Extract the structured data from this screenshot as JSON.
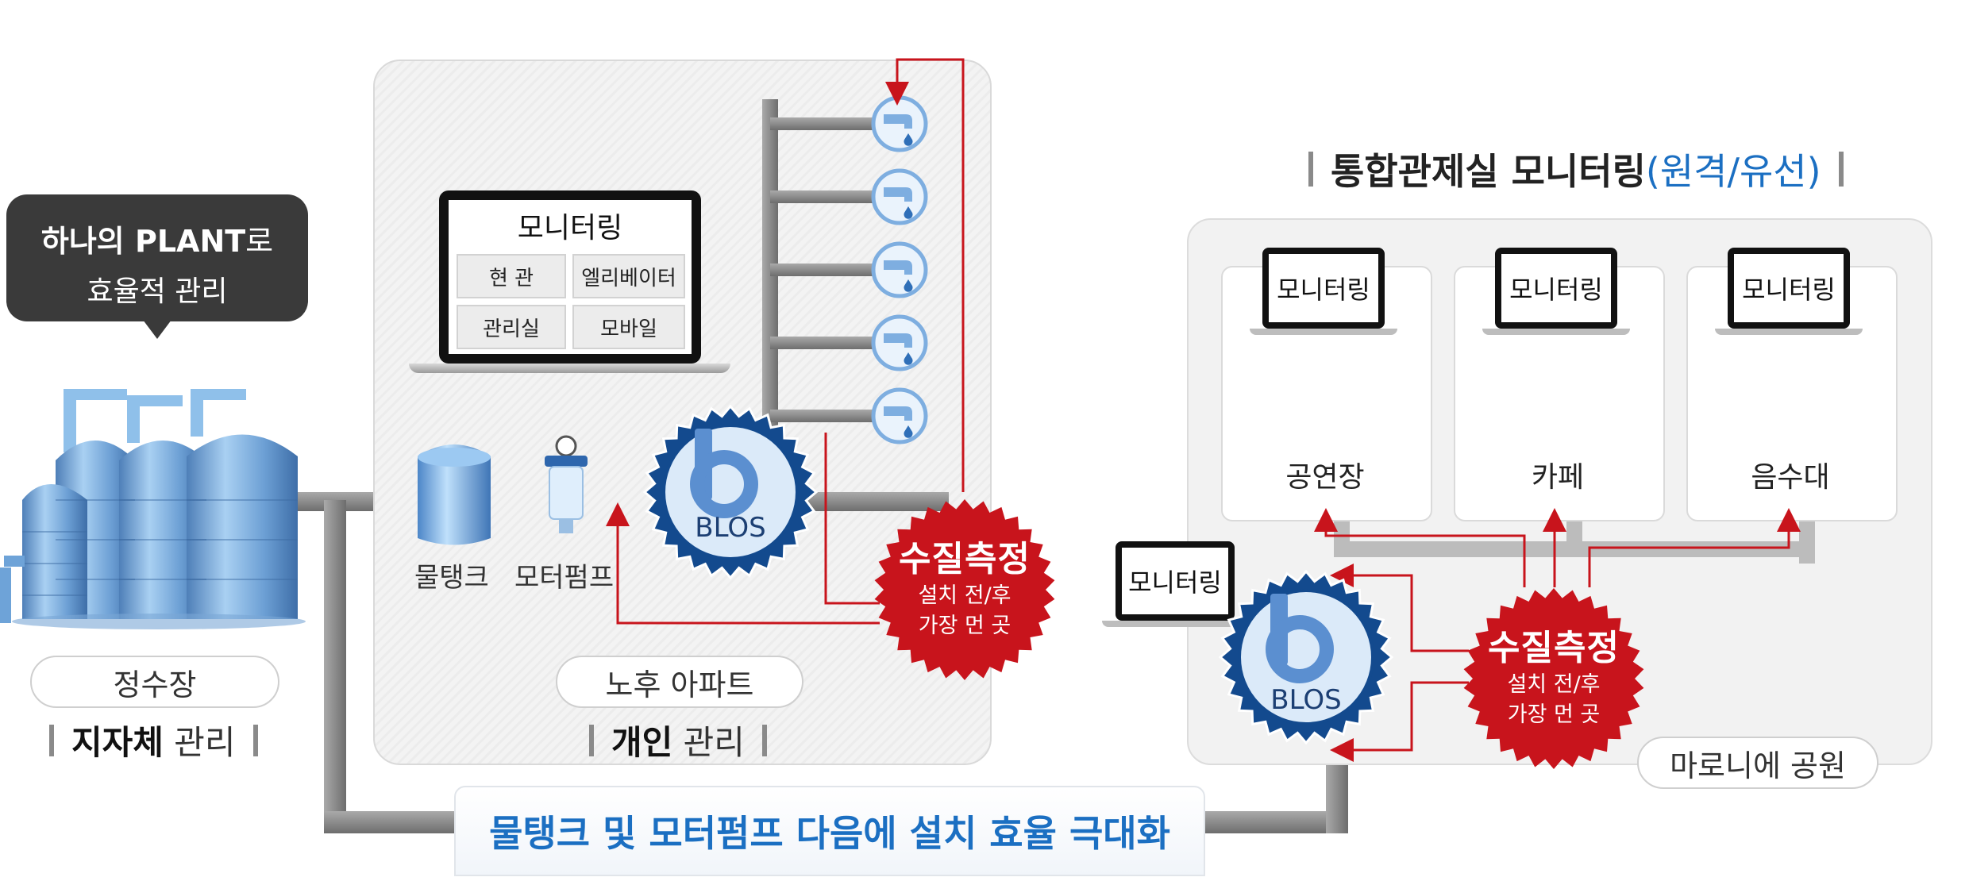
{
  "bubble": {
    "line1_bold": "하나의 PLANT",
    "line1_suffix": "로",
    "line2": "효율적 관리"
  },
  "plant": {
    "pill": "정수장",
    "caption_bold": "지자체",
    "caption_rest": "관리"
  },
  "apartment": {
    "monitor_title": "모니터링",
    "cells": [
      "현 관",
      "엘리베이터",
      "관리실",
      "모바일"
    ],
    "tank_label": "물탱크",
    "pump_label": "모터펌프",
    "blos": "BLOS",
    "pill": "노후 아파트",
    "caption_bold": "개인",
    "caption_rest": "관리"
  },
  "quality_seal_1": {
    "title": "수질측정",
    "sub1": "설치 전/후",
    "sub2": "가장 먼 곳"
  },
  "control_room": {
    "title_main": "통합관제실 모니터링",
    "title_paren": "(원격/유선)",
    "venues": [
      {
        "monitor": "모니터링",
        "name": "공연장"
      },
      {
        "monitor": "모니터링",
        "name": "카페"
      },
      {
        "monitor": "모니터링",
        "name": "음수대"
      }
    ],
    "local_monitor": "모니터링",
    "blos": "BLOS",
    "park_pill": "마로니에 공원"
  },
  "quality_seal_2": {
    "title": "수질측정",
    "sub1": "설치 전/후",
    "sub2": "가장 먼 곳"
  },
  "banner": "물탱크 및 모터펌프 다음에 설치 효율 극대화",
  "colors": {
    "accent_blue": "#1b6fc2",
    "seal_red": "#c8141c",
    "blos_navy": "#134a8e",
    "pipe_grey": "#8c8c8c"
  },
  "icons": [
    "water-tank-icon",
    "faucet-icon",
    "laptop-icon",
    "blos-logo-icon"
  ]
}
